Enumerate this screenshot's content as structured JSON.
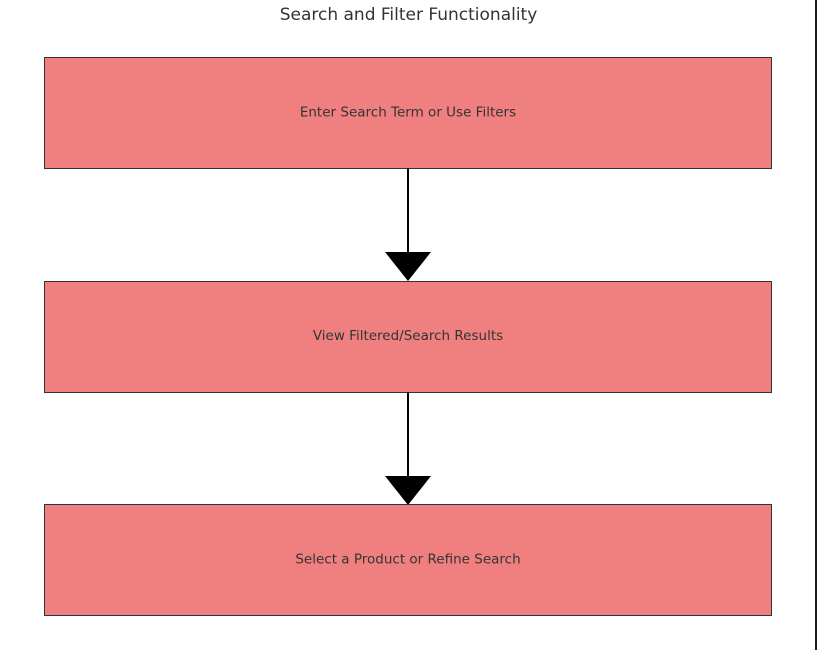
{
  "diagram": {
    "title": "Search and Filter Functionality",
    "box_fill": "#F08080",
    "box_stroke": "#333333",
    "arrow_color": "#000000",
    "steps": [
      {
        "label": "Enter Search Term or Use Filters"
      },
      {
        "label": "View Filtered/Search Results"
      },
      {
        "label": "Select a Product or Refine Search"
      }
    ]
  }
}
